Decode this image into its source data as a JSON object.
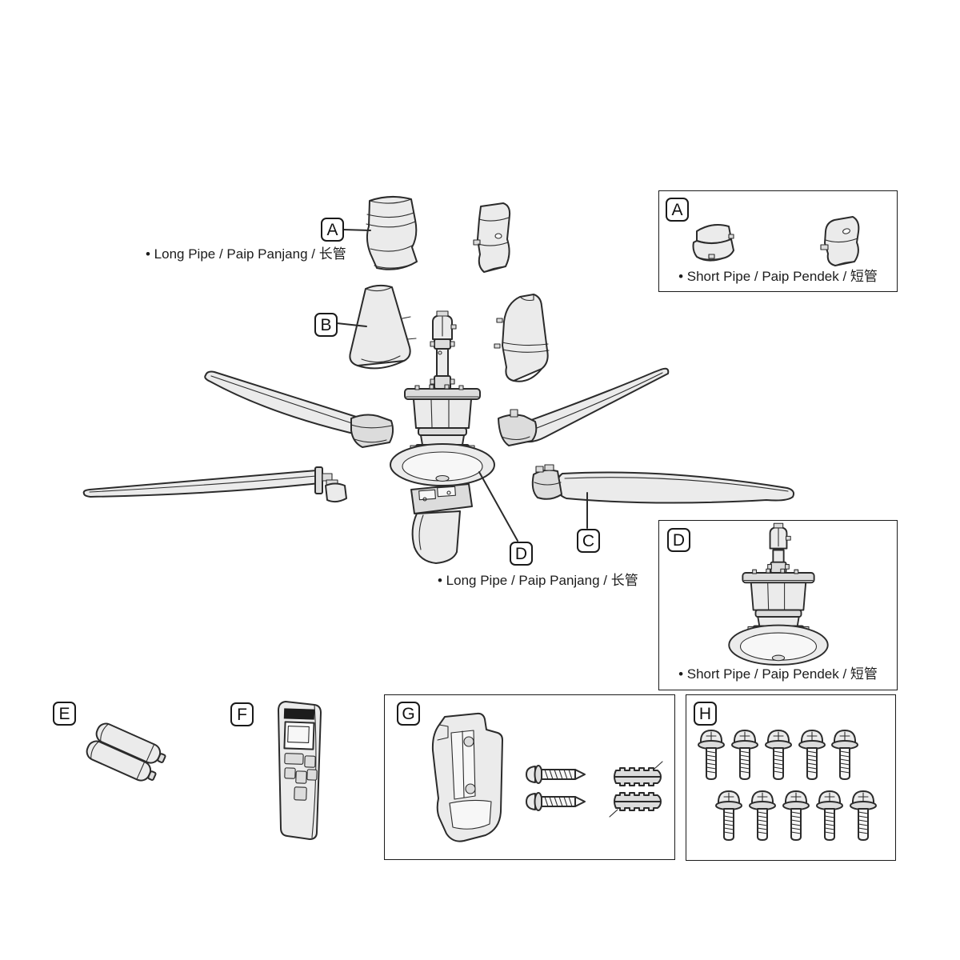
{
  "labels": {
    "a": "A",
    "b": "B",
    "c": "C",
    "d": "D",
    "e": "E",
    "f": "F",
    "g": "G",
    "h": "H"
  },
  "captions": {
    "long_pipe_top": "• Long Pipe / Paip Panjang / 长管",
    "short_pipe_a": "• Short Pipe / Paip Pendek / 短管",
    "long_pipe_bottom": "• Long Pipe / Paip Panjang / 长管",
    "short_pipe_d": "• Short Pipe / Paip Pendek / 短管"
  },
  "colors": {
    "outline": "#2b2b2b",
    "fill_light": "#ebebeb",
    "fill_mid": "#dcdcdc",
    "background": "#ffffff",
    "text": "#1c1c1c"
  }
}
